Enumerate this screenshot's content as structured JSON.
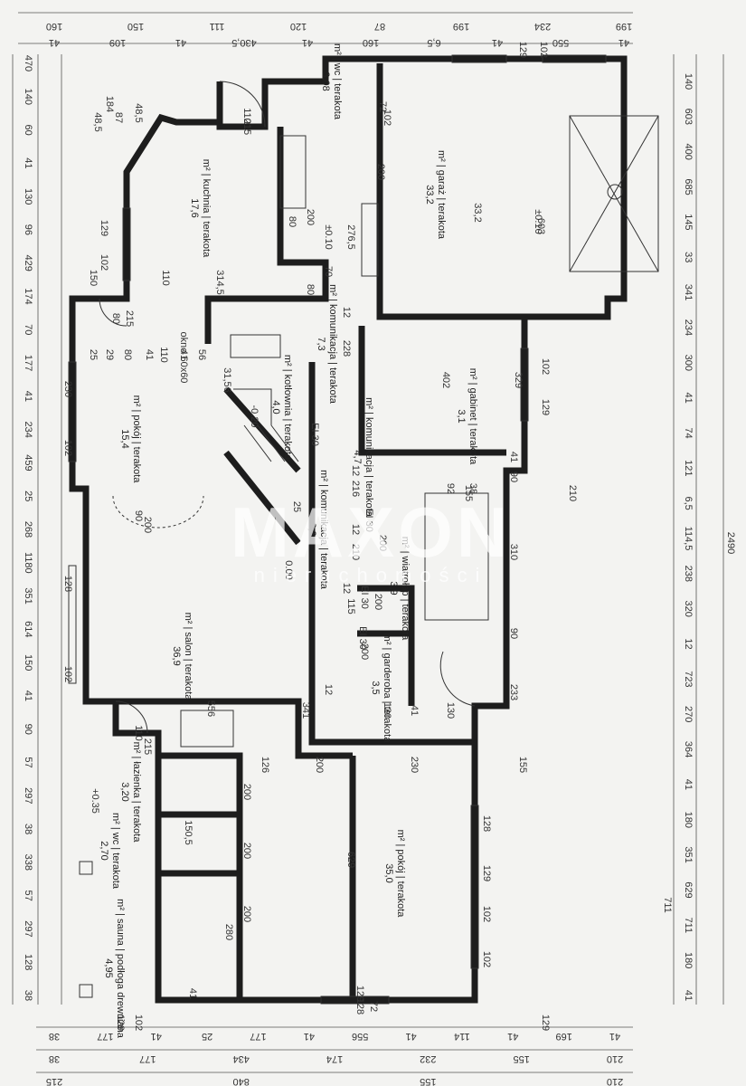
{
  "rooms": [
    {
      "id": "kuchnia",
      "name": "kuchnia",
      "area": "17,6",
      "finish": "terakota"
    },
    {
      "id": "garaz",
      "name": "garaż",
      "area": "33,2",
      "finish": "terakota"
    },
    {
      "id": "wc-top",
      "name": "wc",
      "area": "3,08",
      "finish": "terakota"
    },
    {
      "id": "kom1",
      "name": "komunikacja",
      "area": "7,3",
      "finish": "terakota"
    },
    {
      "id": "kotlownia",
      "name": "kotłownia",
      "area": "4,0",
      "finish": "terakota"
    },
    {
      "id": "pokoj1",
      "name": "pokój",
      "area": "15,4",
      "finish": "terakota"
    },
    {
      "id": "gabinet",
      "name": "gabinet",
      "area": "3,1",
      "finish": "terakota"
    },
    {
      "id": "kom2",
      "name": "komunikacja",
      "area": "4,7",
      "finish": "terakota"
    },
    {
      "id": "kom3",
      "name": "komunikacja",
      "area": "2,8",
      "finish": "terakota"
    },
    {
      "id": "wiatrolap",
      "name": "wiatrołap",
      "area": "3,9",
      "finish": "terakota"
    },
    {
      "id": "salon",
      "name": "salon",
      "area": "36,9",
      "finish": "terakota"
    },
    {
      "id": "garderoba",
      "name": "garderoba",
      "area": "3,5",
      "finish": "terakota"
    },
    {
      "id": "lazienka",
      "name": "łazienka",
      "area": "3,20",
      "finish": "terakota"
    },
    {
      "id": "wc-bottom",
      "name": "wc",
      "area": "2,70",
      "finish": "terakota"
    },
    {
      "id": "sauna",
      "name": "sauna",
      "area": "4,95",
      "finish": "podłoga drewniana"
    },
    {
      "id": "pokoj2",
      "name": "pokój",
      "area": "35,0",
      "finish": "terakota"
    }
  ],
  "area_unit": "m²",
  "watermark": {
    "brand": "MAXON",
    "tagline": "nieruchomości"
  },
  "misc_labels": [
    "okno 60x60",
    "±0.10",
    "±0.10",
    "-0.20",
    "+0.35",
    "0.00",
    "EI 30",
    "EI 30",
    "EI 30",
    "EI 30"
  ],
  "dims": {
    "top_row1": [
      "160",
      "150",
      "111",
      "120",
      "87",
      "199",
      "234",
      "199"
    ],
    "top_row2": [
      "41",
      "109",
      "41",
      "430,5",
      "41",
      "160",
      "6,5",
      "41",
      "550",
      "41"
    ],
    "left_col": [
      "470",
      "140",
      "60",
      "41",
      "130",
      "96",
      "429",
      "174",
      "70",
      "177",
      "41",
      "234",
      "459",
      "25",
      "268",
      "1180",
      "351",
      "614",
      "150",
      "41",
      "90",
      "57",
      "297",
      "38",
      "338",
      "57",
      "297",
      "128",
      "38"
    ],
    "right_col1": [
      "140",
      "603",
      "400",
      "685",
      "145",
      "33",
      "341",
      "234",
      "300",
      "41",
      "74",
      "121",
      "6,5",
      "114,5",
      "238",
      "320",
      "12",
      "723",
      "270",
      "364",
      "41",
      "180",
      "351",
      "629",
      "711",
      "180",
      "41"
    ],
    "right_col2": [
      "2490"
    ],
    "bottom_row1": [
      "38",
      "177",
      "41",
      "25",
      "177",
      "41",
      "556",
      "41",
      "114",
      "41",
      "169",
      "41"
    ],
    "bottom_row2": [
      "38",
      "177",
      "434",
      "174",
      "232",
      "155",
      "210"
    ],
    "bottom_row3": [
      "215",
      "840",
      "155",
      "210"
    ],
    "inner": [
      "184",
      "48,5",
      "87",
      "48,5",
      "110",
      "215",
      "603",
      "33,2",
      "276,5",
      "314,5",
      "150",
      "110",
      "80",
      "215",
      "12",
      "228",
      "402",
      "329",
      "41",
      "90",
      "155",
      "210",
      "92",
      "38",
      "310",
      "90",
      "233",
      "130",
      "41",
      "130",
      "126",
      "200",
      "230",
      "155",
      "629",
      "280",
      "150,5",
      "711",
      "41",
      "200",
      "200",
      "200",
      "200",
      "200",
      "200",
      "200",
      "80",
      "70",
      "80",
      "200",
      "556",
      "110",
      "215",
      "12",
      "216",
      "12",
      "210",
      "12",
      "115",
      "12",
      "341",
      "25",
      "29",
      "80",
      "41",
      "110",
      "41",
      "56",
      "31,56",
      "25",
      "90",
      "200",
      "230",
      "102",
      "128",
      "102",
      "129",
      "102",
      "128",
      "129",
      "102",
      "102",
      "128",
      "72",
      "129",
      "102",
      "129",
      "72",
      "102",
      "129",
      "102",
      "129",
      "102",
      "129"
    ]
  }
}
